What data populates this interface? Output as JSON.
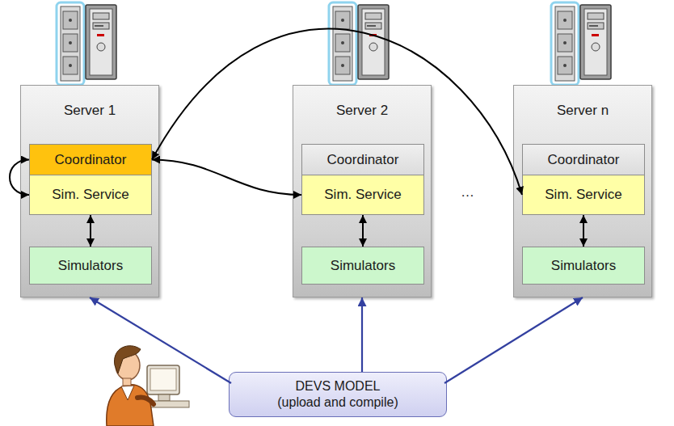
{
  "diagram": {
    "nodes": [
      {
        "text": [
          "Server 1"
        ]
      },
      {
        "text": [
          "Coordinator"
        ],
        "in": 0
      },
      {
        "text": [
          "Sim. Service"
        ],
        "in": 0
      },
      {
        "text": [
          "Simulators"
        ],
        "in": 0
      },
      {
        "text": [
          "Server 2"
        ]
      },
      {
        "text": [
          "Coordinator"
        ],
        "in": 4
      },
      {
        "text": [
          "Sim. Service"
        ],
        "in": 4
      },
      {
        "text": [
          "Simulators"
        ],
        "in": 4
      },
      {
        "text": [
          "Server n"
        ]
      },
      {
        "text": [
          "Coordinator"
        ],
        "in": 8
      },
      {
        "text": [
          "Sim. Service"
        ],
        "in": 8
      },
      {
        "text": [
          "Simulators"
        ],
        "in": 8
      },
      {
        "text": [
          "DEVS MODEL (upload and compile)"
        ]
      }
    ],
    "edges": [
      {
        "from": 1,
        "to": 2,
        "arrow": "both"
      },
      {
        "from": 2,
        "to": 3,
        "arrow": "both"
      },
      {
        "from": 1,
        "to": 6,
        "arrow": "both"
      },
      {
        "from": 1,
        "to": 10,
        "arrow": "both"
      },
      {
        "from": 6,
        "to": 7,
        "arrow": "both"
      },
      {
        "from": 10,
        "to": 11,
        "arrow": "both"
      },
      {
        "from": 12,
        "to": 0,
        "arrow": "to"
      },
      {
        "from": 12,
        "to": 4,
        "arrow": "to"
      },
      {
        "from": 12,
        "to": 8,
        "arrow": "to"
      }
    ],
    "labels": [
      "…"
    ]
  }
}
